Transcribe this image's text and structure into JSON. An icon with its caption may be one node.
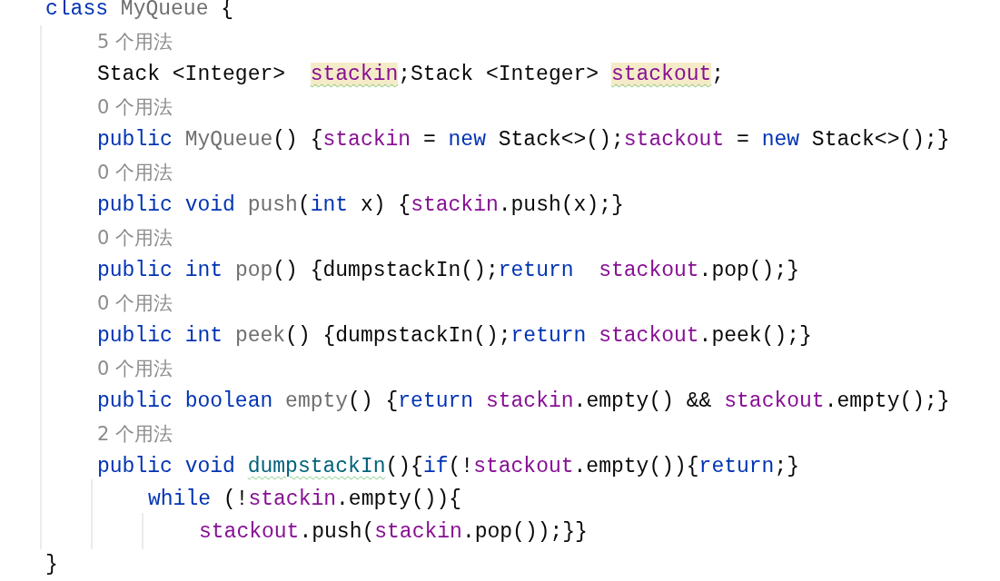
{
  "diagram": {
    "labels": [
      "class MyQueue {",
      "5 个用法",
      "Stack <Integer>  stackin;Stack <Integer> stackout;",
      "0 个用法",
      "public MyQueue() {stackin = new Stack<>();stackout = new Stack<>();}",
      "0 个用法",
      "public void push(int x) {stackin.push(x);}",
      "0 个用法",
      "public int pop() {dumpstackIn();return  stackout.pop();}",
      "0 个用法",
      "public int peek() {dumpstackIn();return stackout.peek();}",
      "0 个用法",
      "public boolean empty() {return stackin.empty() && stackout.empty();}",
      "2 个用法",
      "public void dumpstackIn(){if(!stackout.empty()){return;}",
      "while (!stackin.empty()){",
      "stackout.push(stackin.pop());}}",
      "}"
    ]
  }
}
